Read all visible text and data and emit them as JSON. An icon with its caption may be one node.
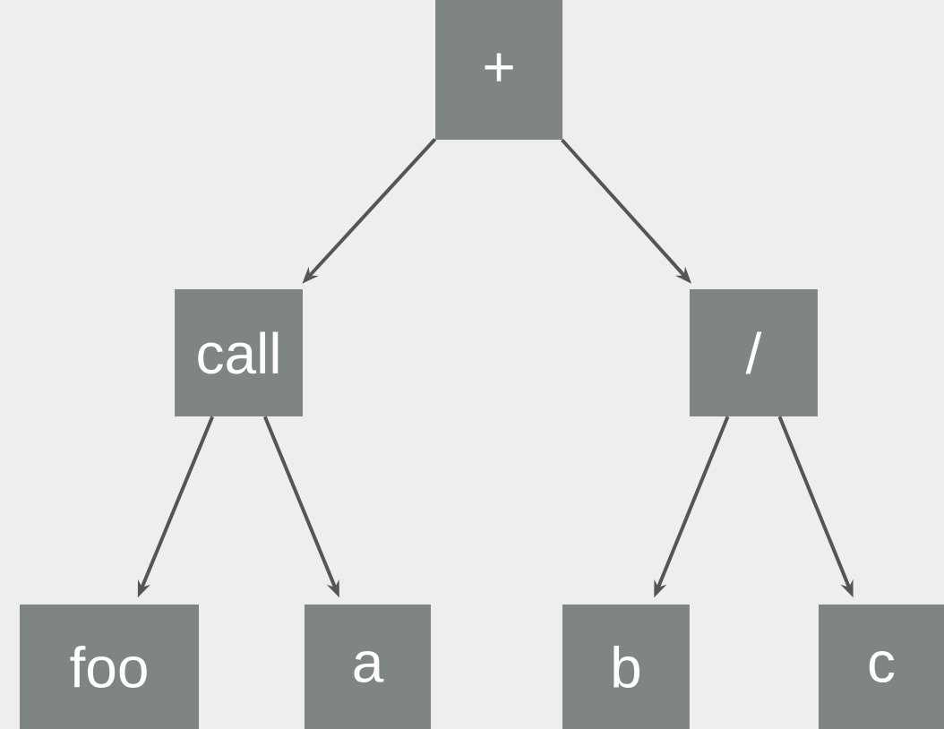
{
  "diagram": {
    "nodes": [
      {
        "text": [
          "+"
        ]
      },
      {
        "text": [
          "call"
        ]
      },
      {
        "text": [
          "/"
        ]
      },
      {
        "text": [
          "foo"
        ]
      },
      {
        "text": [
          "a"
        ]
      },
      {
        "text": [
          "b"
        ]
      },
      {
        "text": [
          "c"
        ]
      }
    ],
    "edges": [
      {
        "from": 0,
        "to": 1,
        "arrow": "to"
      },
      {
        "from": 0,
        "to": 2,
        "arrow": "to"
      },
      {
        "from": 1,
        "to": 3,
        "arrow": "to"
      },
      {
        "from": 1,
        "to": 4,
        "arrow": "to"
      },
      {
        "from": 2,
        "to": 5,
        "arrow": "to"
      },
      {
        "from": 2,
        "to": 6,
        "arrow": "to"
      }
    ]
  }
}
